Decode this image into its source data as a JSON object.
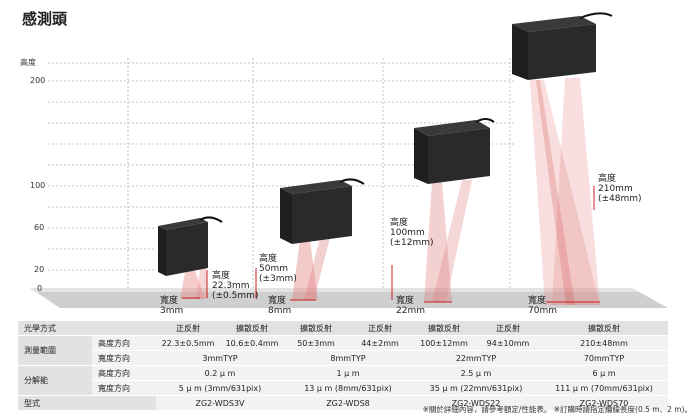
{
  "page": {
    "title": "感測頭"
  },
  "axis": {
    "title": "高度",
    "ticks": [
      "200",
      "100",
      "60",
      "20",
      "0"
    ]
  },
  "sensors": [
    {
      "height": [
        "高度",
        "22.3mm",
        "(±0.5mm)"
      ],
      "width": [
        "寬度",
        "3mm"
      ]
    },
    {
      "height": [
        "高度",
        "50mm",
        "(±3mm)"
      ],
      "width": [
        "寬度",
        "8mm"
      ]
    },
    {
      "height": [
        "高度",
        "100mm",
        "(±12mm)"
      ],
      "width": [
        "寬度",
        "22mm"
      ]
    },
    {
      "height": [
        "高度",
        "210mm",
        "(±48mm)"
      ],
      "width": [
        "寬度",
        "70mm"
      ]
    }
  ],
  "table": {
    "optics_label": "光學方式",
    "optics": [
      "正反射",
      "擴散反射",
      "擴散反射",
      "正反射",
      "擴散反射",
      "正反射",
      "擴散反射"
    ],
    "range_label": "測量範圍",
    "height_label": "高度方向",
    "width_label": "寬度方向",
    "range_height": [
      "22.3±0.5mm",
      "10.6±0.4mm",
      "50±3mm",
      "44±2mm",
      "100±12mm",
      "94±10mm",
      "210±48mm"
    ],
    "range_width": [
      "3mmTYP",
      "8mmTYP",
      "22mmTYP",
      "70mmTYP"
    ],
    "resolution_label": "分解能",
    "res_height": [
      "0.2 µ m",
      "1 µ m",
      "2.5 µ m",
      "6 µ m"
    ],
    "res_width": [
      "5 µ m (3mm/631pix)",
      "13 µ m (8mm/631pix)",
      "35 µ m (22mm/631pix)",
      "111 µ m (70mm/631pix)"
    ],
    "model_label": "型式",
    "models": [
      "ZG2-WDS3V",
      "ZG2-WDS8",
      "ZG2-WDS22",
      "ZG2-WDS70"
    ]
  },
  "note": "※關於詳細內容，請參考額定/性能表。 ※訂購時請指定纜線長度(0.5 m、2 m)。"
}
